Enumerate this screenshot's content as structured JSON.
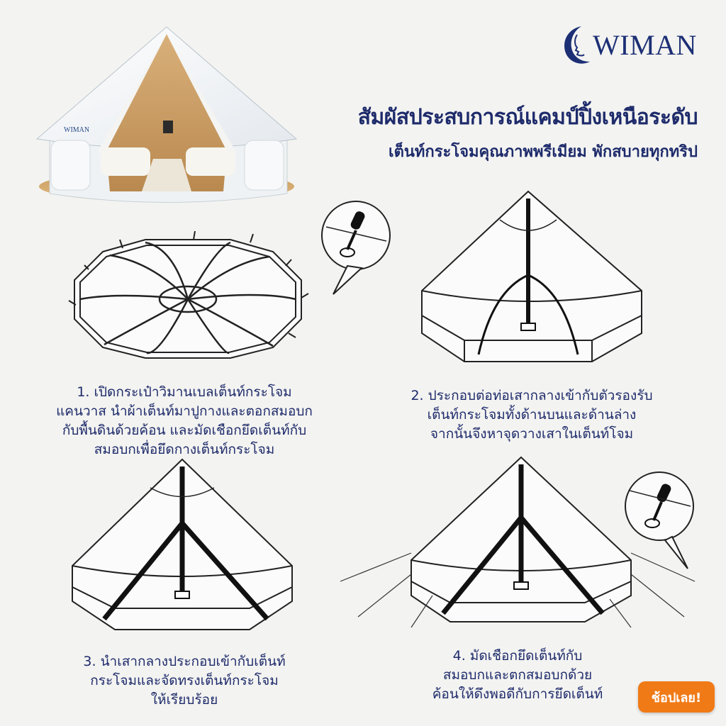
{
  "brand": {
    "name": "WIMAN",
    "logo_icon": "crescent-moon-face-logo",
    "color": "#1c2f75"
  },
  "headline": "สัมผัสประสบการณ์แคมป์ปิ้งเหนือระดับ",
  "subheadline": "เต็นท์กระโจมคุณภาพพรีเมียม พักสบายทุกทริป",
  "photo": {
    "tent_label": "WIMAN"
  },
  "steps": [
    {
      "lines": [
        "1. เปิดกระเป๋าวิมานเบลเต็นท์กระโจม",
        "แคนวาส นำผ้าเต็นท์มาปูกางและตอกสมอบก",
        "กับพื้นดินด้วยค้อน และมัดเชือกยึดเต็นท์กับ",
        "สมอบกเพื่อยึดกางเต็นท์กระโจม"
      ]
    },
    {
      "lines": [
        "2. ประกอบต่อท่อเสากลางเข้ากับตัวรองรับ",
        "เต็นท์กระโจมทั้งด้านบนและด้านล่าง",
        "จากนั้นจึงหาจุดวางเสาในเต็นท์โจม"
      ]
    },
    {
      "lines": [
        "3. นำเสากลางประกอบเข้ากับเต็นท์",
        "กระโจมและจัดทรงเต็นท์กระโจม",
        "ให้เรียบร้อย"
      ]
    },
    {
      "lines": [
        "4. มัดเชือกยึดเต็นท์กับ",
        "สมอบกและตกสมอบกด้วย",
        "ค้อนให้ดึงพอดีกับการยึดเต็นท์"
      ]
    }
  ],
  "cta": {
    "label": "ช้อปเลย!",
    "color": "#f07a16"
  },
  "colors": {
    "text": "#1e2b6b",
    "background": "#f3f3f1"
  }
}
